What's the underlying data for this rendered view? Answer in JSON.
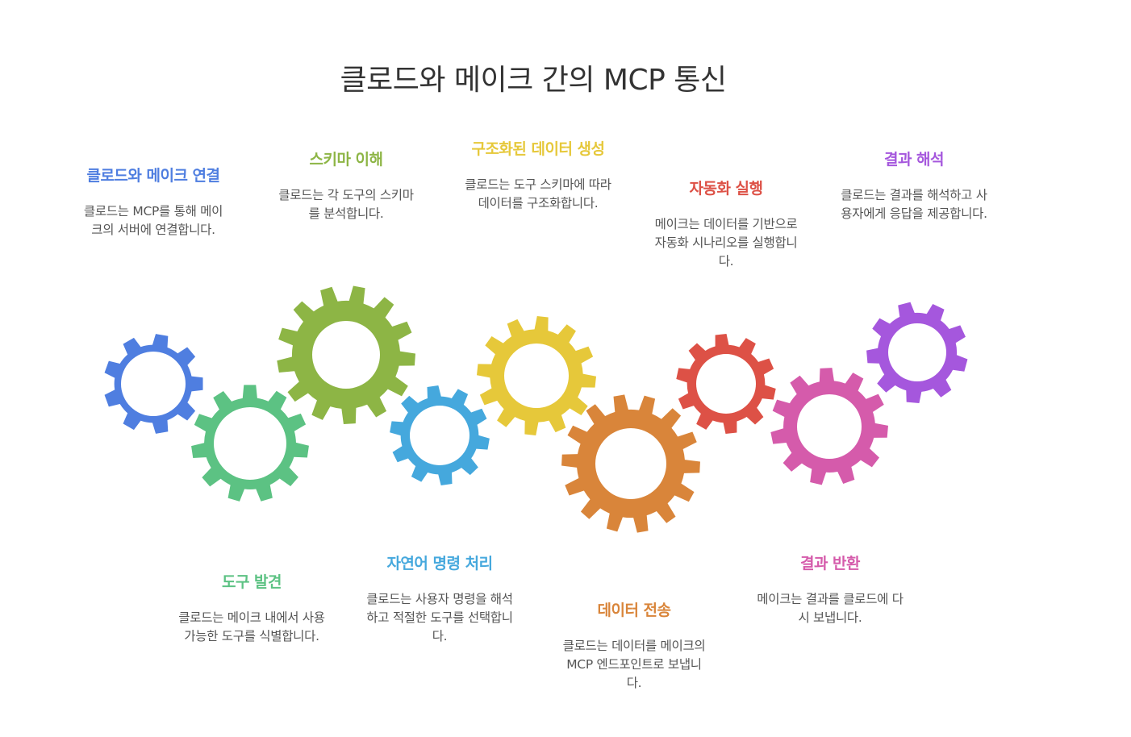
{
  "title": "클로드와 메이크 간의 MCP 통신",
  "steps": [
    {
      "title": "클로드와 메이크 연결",
      "desc": "클로드는 MCP를 통해 메이크의 서버에 연결합니다.",
      "color": "#4F7EE0",
      "icon": "gear-icon"
    },
    {
      "title": "도구 발견",
      "desc": "클로드는 메이크 내에서 사용 가능한 도구를 식별합니다.",
      "color": "#5CC283",
      "icon": "gear-icon"
    },
    {
      "title": "스키마 이해",
      "desc": "클로드는 각 도구의 스키마를 분석합니다.",
      "color": "#8DB545",
      "icon": "gear-icon"
    },
    {
      "title": "자연어 명령 처리",
      "desc": "클로드는 사용자 명령을 해석하고 적절한 도구를 선택합니다.",
      "color": "#45A8DD",
      "icon": "gear-icon"
    },
    {
      "title": "구조화된 데이터 생성",
      "desc": "클로드는 도구 스키마에 따라 데이터를 구조화합니다.",
      "color": "#E6C83A",
      "icon": "gear-icon"
    },
    {
      "title": "데이터 전송",
      "desc": "클로드는 데이터를 메이크의 MCP 엔드포인트로 보냅니다.",
      "color": "#D9853A",
      "icon": "gear-icon"
    },
    {
      "title": "자동화 실행",
      "desc": "메이크는 데이터를 기반으로 자동화 시나리오를 실행합니다.",
      "color": "#DD5146",
      "icon": "gear-icon"
    },
    {
      "title": "결과 반환",
      "desc": "메이크는 결과를 클로드에 다시 보냅니다.",
      "color": "#D55BAB",
      "icon": "gear-icon"
    },
    {
      "title": "결과 해석",
      "desc": "클로드는 결과를 해석하고 사용자에게 응답을 제공합니다.",
      "color": "#A557DD",
      "icon": "gear-icon"
    }
  ]
}
